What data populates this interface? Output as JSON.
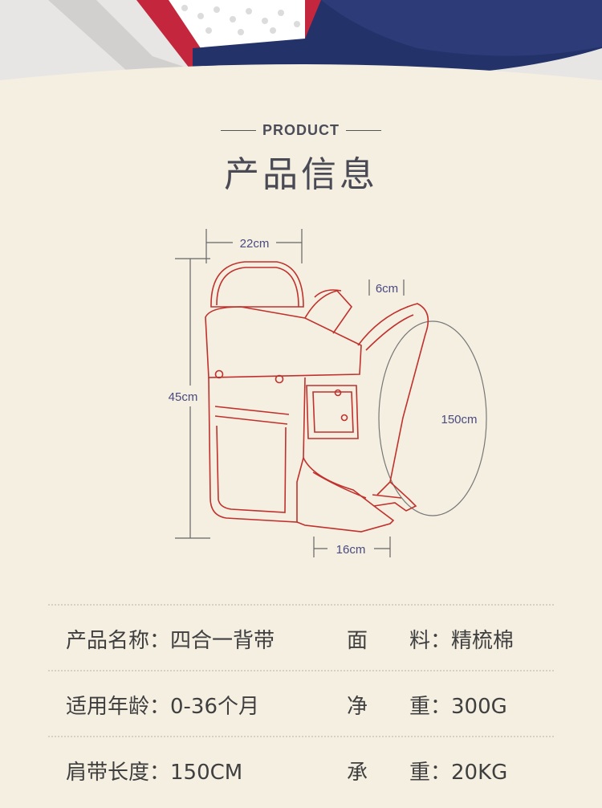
{
  "heading": {
    "kicker": "PRODUCT",
    "title": "产品信息"
  },
  "diagram": {
    "width_label": "22cm",
    "height_label": "45cm",
    "strap_width_label": "6cm",
    "strap_length_label": "150cm",
    "depth_label": "16cm"
  },
  "specs": [
    {
      "left": "产品名称：四合一背带",
      "right": "面　　料：精梳棉"
    },
    {
      "left": "适用年龄：0-36个月",
      "right": "净　　重：300G"
    },
    {
      "left": "肩带长度：150CM",
      "right": "承　　重：20KG"
    }
  ],
  "colors": {
    "background": "#f5efe2",
    "navy": "#24326a",
    "outline": "#c0312c",
    "text": "#444444"
  }
}
